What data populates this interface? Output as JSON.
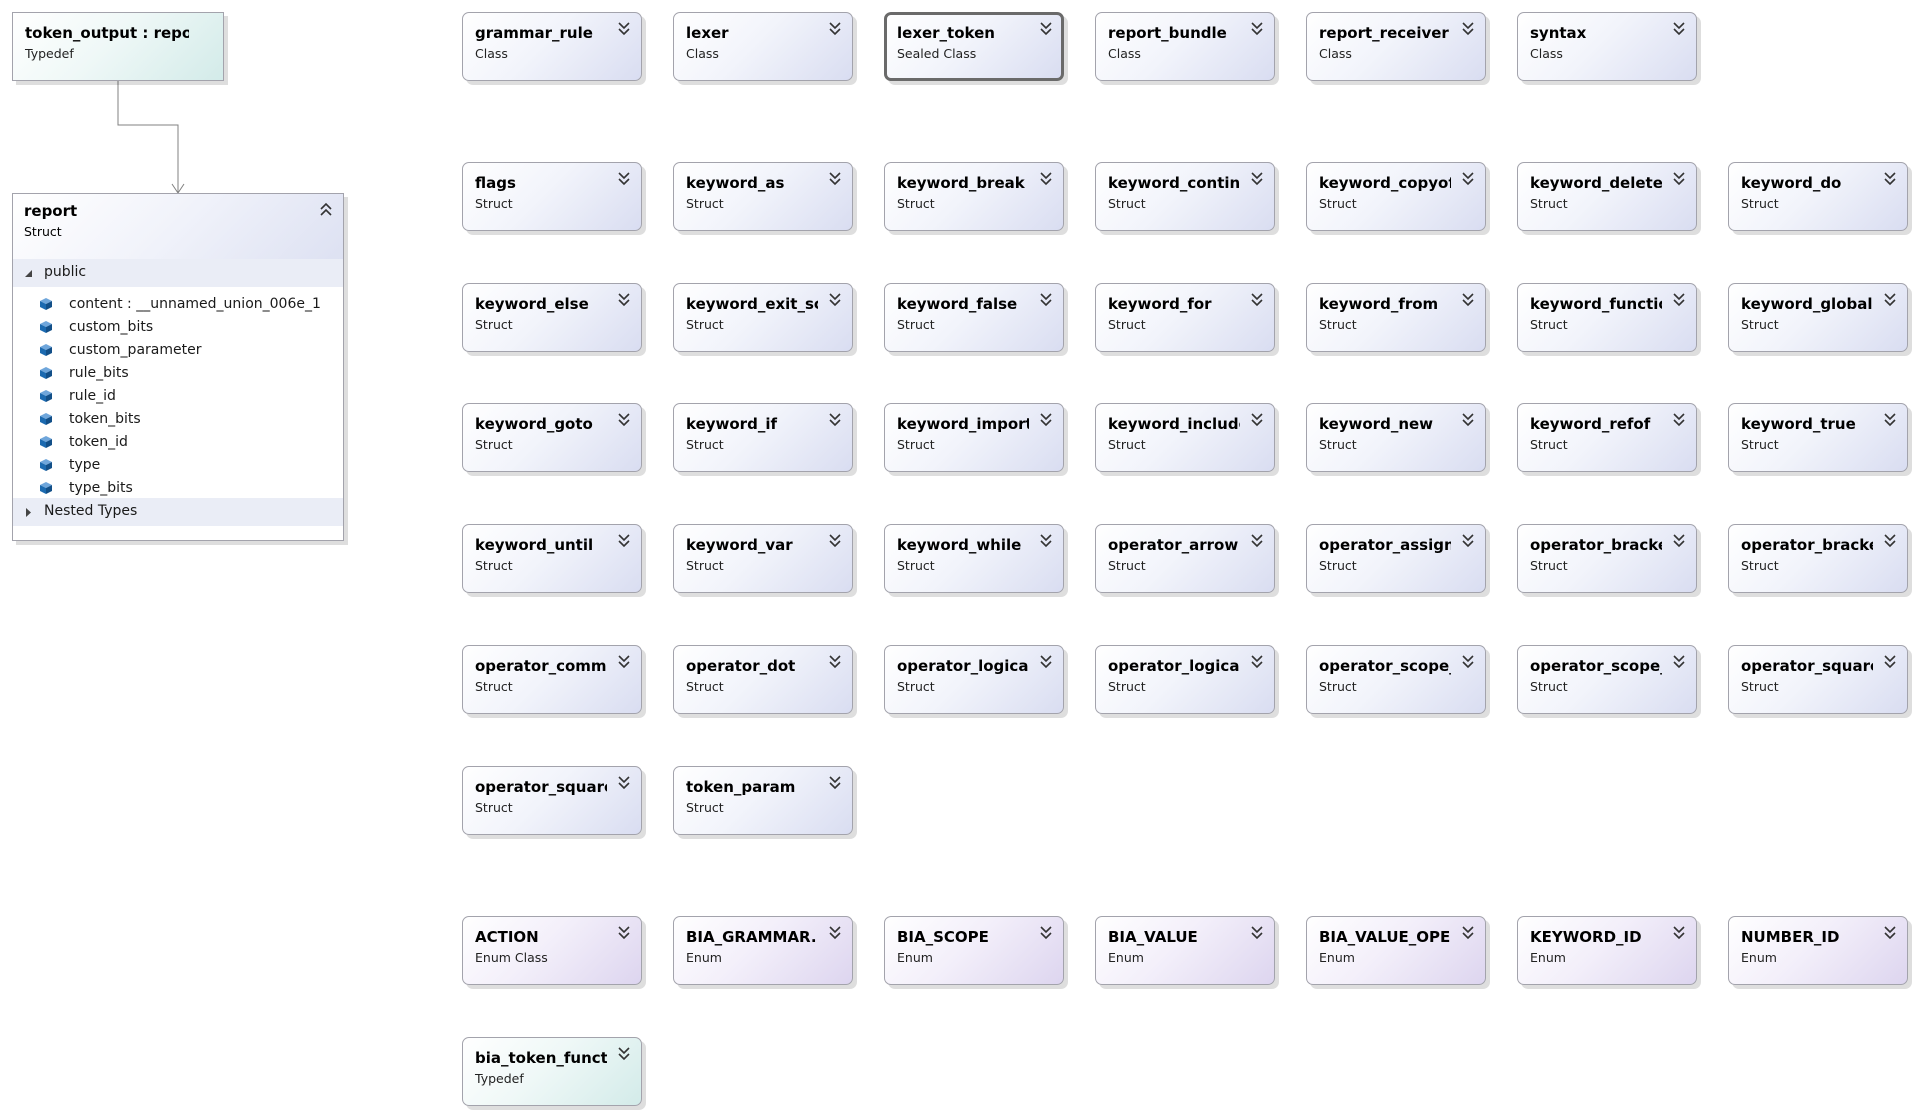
{
  "typedef_top": {
    "name": "token_output : report",
    "kind": "Typedef"
  },
  "report": {
    "name": "report",
    "kind": "Struct",
    "public_label": "public",
    "members": [
      "content : __unnamed_union_006e_1",
      "custom_bits",
      "custom_parameter",
      "rule_bits",
      "rule_id",
      "token_bits",
      "token_id",
      "type",
      "type_bits"
    ],
    "nested_label": "Nested Types"
  },
  "classes": [
    {
      "name": "grammar_rule",
      "kind": "Class"
    },
    {
      "name": "lexer",
      "kind": "Class"
    },
    {
      "name": "lexer_token",
      "kind": "Sealed Class"
    },
    {
      "name": "report_bundle",
      "kind": "Class"
    },
    {
      "name": "report_receiver",
      "kind": "Class"
    },
    {
      "name": "syntax",
      "kind": "Class"
    }
  ],
  "structs": [
    {
      "name": "flags",
      "kind": "Struct"
    },
    {
      "name": "keyword_as",
      "kind": "Struct"
    },
    {
      "name": "keyword_break",
      "kind": "Struct"
    },
    {
      "name": "keyword_continue",
      "kind": "Struct"
    },
    {
      "name": "keyword_copyof",
      "kind": "Struct"
    },
    {
      "name": "keyword_delete",
      "kind": "Struct"
    },
    {
      "name": "keyword_do",
      "kind": "Struct"
    },
    {
      "name": "keyword_else",
      "kind": "Struct"
    },
    {
      "name": "keyword_exit_sc...",
      "kind": "Struct"
    },
    {
      "name": "keyword_false",
      "kind": "Struct"
    },
    {
      "name": "keyword_for",
      "kind": "Struct"
    },
    {
      "name": "keyword_from",
      "kind": "Struct"
    },
    {
      "name": "keyword_function",
      "kind": "Struct"
    },
    {
      "name": "keyword_global",
      "kind": "Struct"
    },
    {
      "name": "keyword_goto",
      "kind": "Struct"
    },
    {
      "name": "keyword_if",
      "kind": "Struct"
    },
    {
      "name": "keyword_import",
      "kind": "Struct"
    },
    {
      "name": "keyword_include",
      "kind": "Struct"
    },
    {
      "name": "keyword_new",
      "kind": "Struct"
    },
    {
      "name": "keyword_refof",
      "kind": "Struct"
    },
    {
      "name": "keyword_true",
      "kind": "Struct"
    },
    {
      "name": "keyword_until",
      "kind": "Struct"
    },
    {
      "name": "keyword_var",
      "kind": "Struct"
    },
    {
      "name": "keyword_while",
      "kind": "Struct"
    },
    {
      "name": "operator_arrow",
      "kind": "Struct"
    },
    {
      "name": "operator_assign",
      "kind": "Struct"
    },
    {
      "name": "operator_bracke...",
      "kind": "Struct"
    },
    {
      "name": "operator_bracke...",
      "kind": "Struct"
    },
    {
      "name": "operator_comma",
      "kind": "Struct"
    },
    {
      "name": "operator_dot",
      "kind": "Struct"
    },
    {
      "name": "operator_logical...",
      "kind": "Struct"
    },
    {
      "name": "operator_logical...",
      "kind": "Struct"
    },
    {
      "name": "operator_scope_...",
      "kind": "Struct"
    },
    {
      "name": "operator_scope_...",
      "kind": "Struct"
    },
    {
      "name": "operator_square...",
      "kind": "Struct"
    },
    {
      "name": "operator_square...",
      "kind": "Struct"
    },
    {
      "name": "token_param",
      "kind": "Struct"
    }
  ],
  "enums": [
    {
      "name": "ACTION",
      "kind": "Enum Class"
    },
    {
      "name": "BIA_GRAMMAR...",
      "kind": "Enum"
    },
    {
      "name": "BIA_SCOPE",
      "kind": "Enum"
    },
    {
      "name": "BIA_VALUE",
      "kind": "Enum"
    },
    {
      "name": "BIA_VALUE_OPE...",
      "kind": "Enum"
    },
    {
      "name": "KEYWORD_ID",
      "kind": "Enum"
    },
    {
      "name": "NUMBER_ID",
      "kind": "Enum"
    }
  ],
  "typedef_bottom": {
    "name": "bia_token_functi...",
    "kind": "Typedef"
  },
  "colors": {
    "member_icon": "#1c6ab0",
    "border": "#a3a3ac",
    "section_bg": "#eaedf6"
  }
}
